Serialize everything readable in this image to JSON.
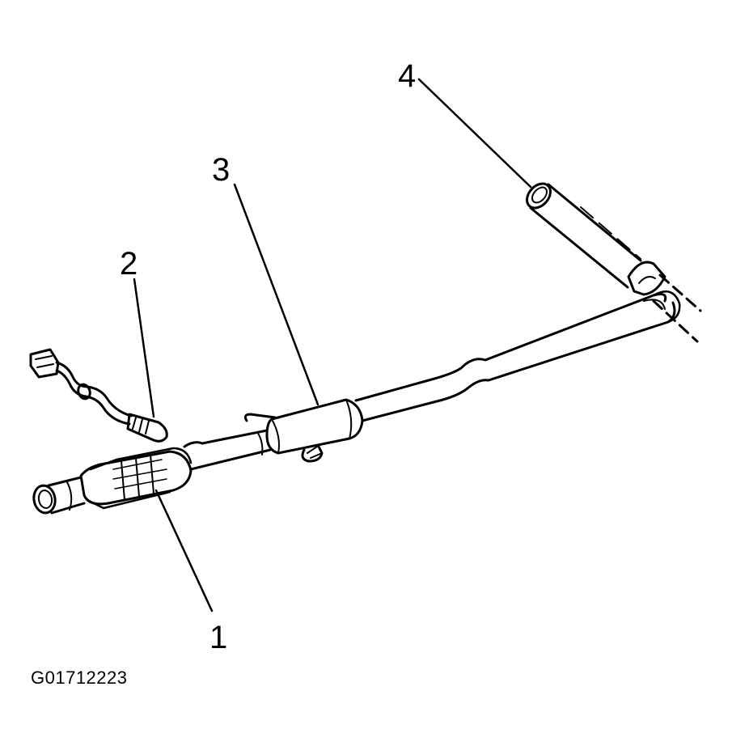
{
  "callouts": {
    "one": "1",
    "two": "2",
    "three": "3",
    "four": "4"
  },
  "figure_id": "G01712223",
  "colors": {
    "ink": "#000000",
    "background": "#ffffff"
  }
}
